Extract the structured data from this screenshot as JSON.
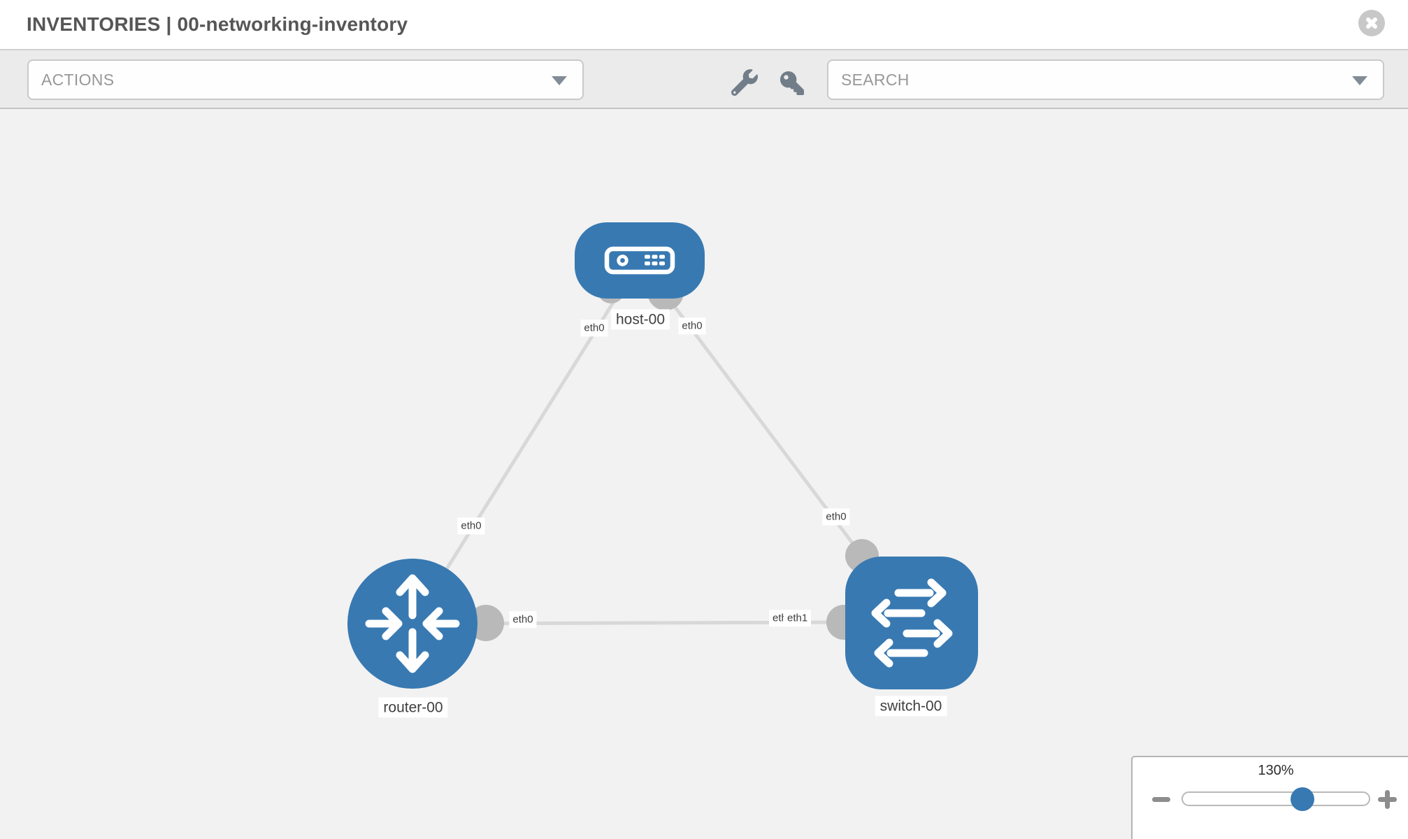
{
  "header": {
    "title": "INVENTORIES | 00-networking-inventory"
  },
  "toolbar": {
    "actions_label": "ACTIONS",
    "search_placeholder": "SEARCH"
  },
  "topology": {
    "nodes": [
      {
        "label": "host-00",
        "type": "host",
        "shape": "rounded-rect"
      },
      {
        "label": "router-00",
        "type": "router",
        "shape": "circle"
      },
      {
        "label": "switch-00",
        "type": "switch",
        "shape": "rounded-square"
      }
    ],
    "links": [
      {
        "from": "host-00",
        "from_iface": "eth0",
        "to": "router-00",
        "to_iface": "eth0"
      },
      {
        "from": "host-00",
        "from_iface": "eth0",
        "to": "switch-00",
        "to_iface": "eth0"
      },
      {
        "from": "router-00",
        "from_iface": "eth0",
        "to": "switch-00",
        "to_iface": "eth1"
      }
    ]
  },
  "zoom_control": {
    "value": "130%",
    "percent": 64
  },
  "colors": {
    "node_blue": "#3879b2",
    "link_gray": "#d8d8d8",
    "port_gray": "#b9b9b9",
    "canvas_bg": "#f2f2f2",
    "toolbar_bg": "#ebebeb"
  }
}
